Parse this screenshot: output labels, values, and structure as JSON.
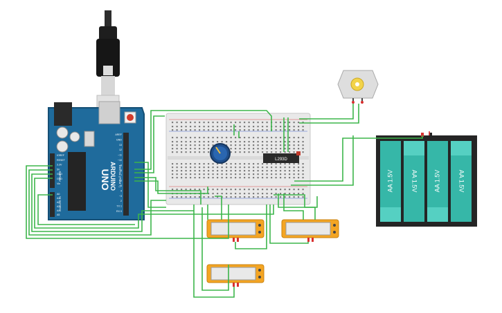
{
  "arduino": {
    "brand": "ARDUINO",
    "model": "UNO",
    "side_labels": [
      "AREF",
      "GND",
      "13",
      "12",
      "~11",
      "~10",
      "~9",
      "8",
      "7",
      "~6",
      "~5",
      "4",
      "~3",
      "2",
      "TX 1",
      "RX 0"
    ],
    "power_labels": [
      "IOREF",
      "RESET",
      "3.3V",
      "5V",
      "GND",
      "GND",
      "Vin"
    ],
    "analog_labels": [
      "A0",
      "A1",
      "A2",
      "A3",
      "A4",
      "A5"
    ],
    "text_digital": "DIGITAL (PWM ~)",
    "text_power": "POWER",
    "text_analog": "ANALOG IN"
  },
  "chip": {
    "label": "L293D"
  },
  "battery": {
    "cells": [
      "AA 1.5V",
      "AA 1.5V",
      "AA 1.5V",
      "AA 1.5V"
    ]
  },
  "colors": {
    "wire": "#3cb54a",
    "wire_red": "#d93030",
    "arduino": "#1f6b9c",
    "breadboard": "#e9e9e9",
    "battery_cell": "#36b7a8",
    "sensor_frame": "#f4a523"
  }
}
